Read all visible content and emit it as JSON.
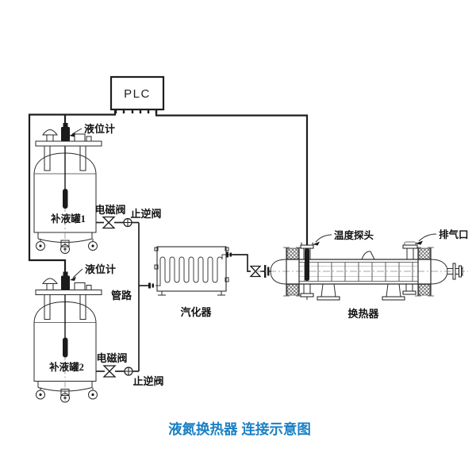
{
  "title": "液氮换热器 连接示意图",
  "title_color": "#1a80c4",
  "plc": {
    "label": "PLC"
  },
  "tanks": [
    {
      "name": "补液罐1",
      "level_gauge": "液位计",
      "solenoid_valve": "电磁阀",
      "check_valve": "止逆阀"
    },
    {
      "name": "补液罐2",
      "level_gauge": "液位计",
      "solenoid_valve": "电磁阀",
      "check_valve": "止逆阀"
    }
  ],
  "pipeline_label": "管路",
  "vaporizer_label": "汽化器",
  "heat_exchanger": {
    "label": "换热器",
    "temp_probe": "温度探头",
    "exhaust_port": "排气口"
  }
}
